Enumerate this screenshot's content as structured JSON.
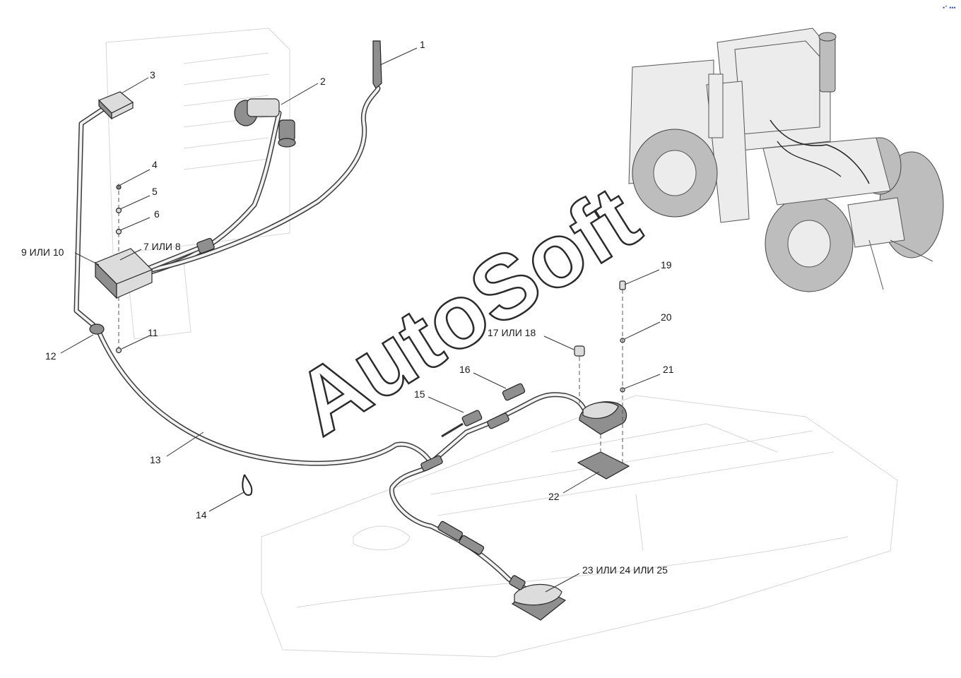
{
  "watermark": "AutoSoft",
  "corner_mark": "•° •••",
  "callouts": [
    {
      "id": "c1",
      "text": "1"
    },
    {
      "id": "c2",
      "text": "2"
    },
    {
      "id": "c3",
      "text": "3"
    },
    {
      "id": "c4",
      "text": "4"
    },
    {
      "id": "c5",
      "text": "5"
    },
    {
      "id": "c6",
      "text": "6"
    },
    {
      "id": "c7",
      "text": "7 ИЛИ 8"
    },
    {
      "id": "c9",
      "text": "9  ИЛИ 10"
    },
    {
      "id": "c11",
      "text": "11"
    },
    {
      "id": "c12",
      "text": "12"
    },
    {
      "id": "c13",
      "text": "13"
    },
    {
      "id": "c14",
      "text": "14"
    },
    {
      "id": "c15",
      "text": "15"
    },
    {
      "id": "c16",
      "text": "16"
    },
    {
      "id": "c17",
      "text": "17 ИЛИ 18"
    },
    {
      "id": "c19",
      "text": "19"
    },
    {
      "id": "c20",
      "text": "20"
    },
    {
      "id": "c21",
      "text": "21"
    },
    {
      "id": "c22",
      "text": "22"
    },
    {
      "id": "c23",
      "text": "23  ИЛИ 24  ИЛИ 25"
    }
  ]
}
